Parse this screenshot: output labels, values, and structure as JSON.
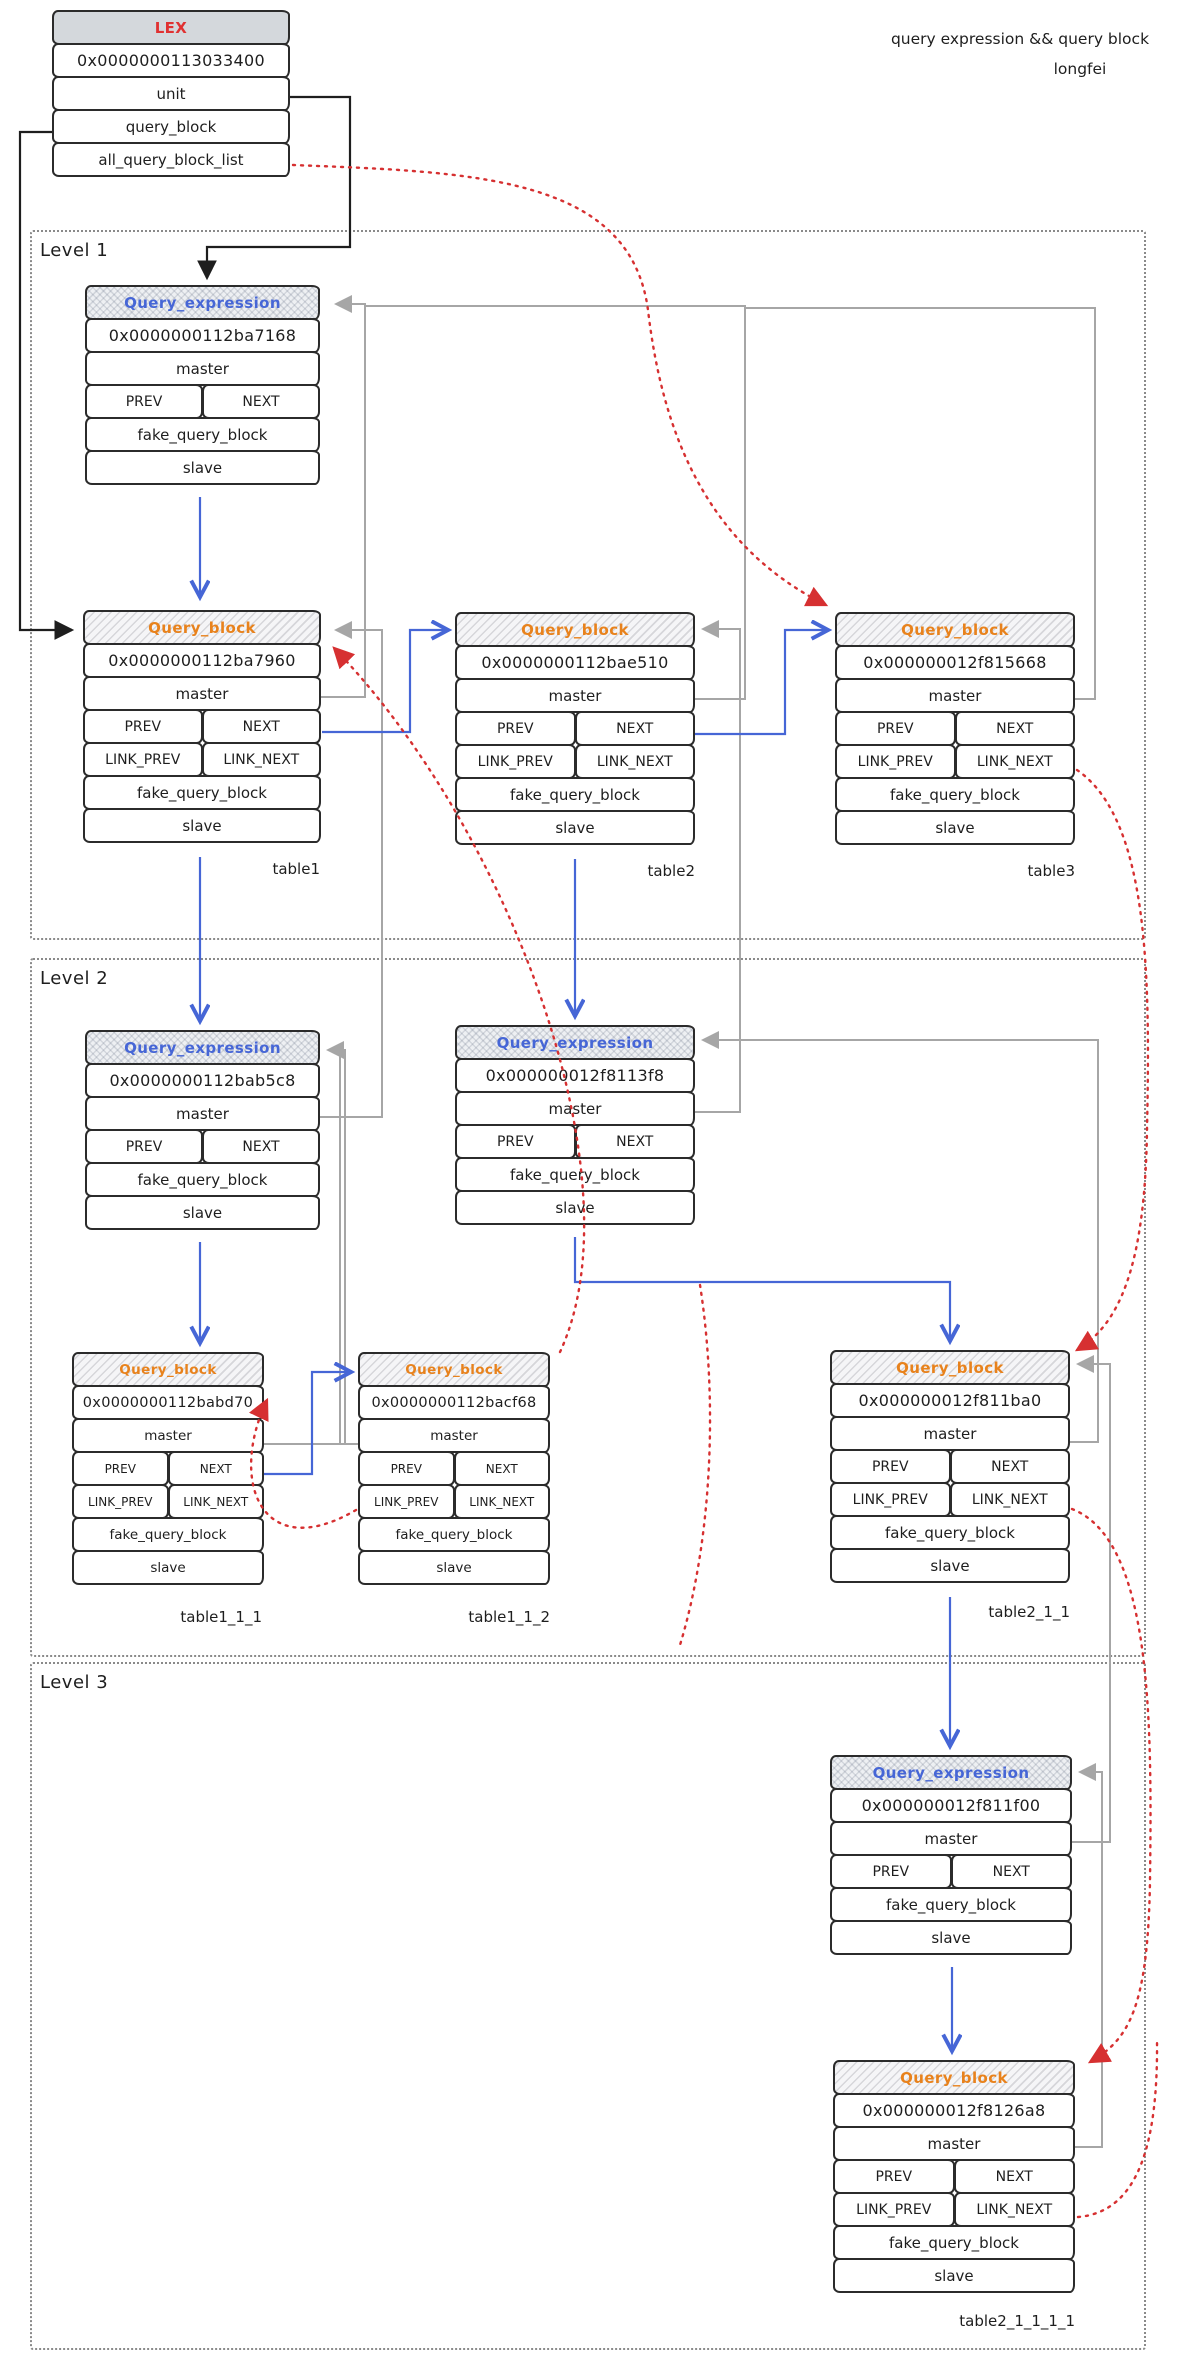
{
  "note": {
    "line1": "query expression && query block",
    "line2": "longfei"
  },
  "levels": [
    {
      "label": "Level 1"
    },
    {
      "label": "Level 2"
    },
    {
      "label": "Level 3"
    }
  ],
  "titles": {
    "lex": "LEX",
    "qe": "Query_expression",
    "qb": "Query_block"
  },
  "field_labels": {
    "unit": "unit",
    "query_block": "query_block",
    "all_query_block_list": "all_query_block_list",
    "master": "master",
    "prev": "PREV",
    "next": "NEXT",
    "link_prev": "LINK_PREV",
    "link_next": "LINK_NEXT",
    "fake": "fake_query_block",
    "slave": "slave"
  },
  "nodes": {
    "lex": {
      "address": "0x0000000113033400"
    },
    "l1_qe": {
      "address": "0x0000000112ba7168"
    },
    "l1_qb1": {
      "address": "0x0000000112ba7960",
      "table": "table1"
    },
    "l1_qb2": {
      "address": "0x0000000112bae510",
      "table": "table2"
    },
    "l1_qb3": {
      "address": "0x000000012f815668",
      "table": "table3"
    },
    "l2_qe1": {
      "address": "0x0000000112bab5c8"
    },
    "l2_qe2": {
      "address": "0x000000012f8113f8"
    },
    "l2_qb1": {
      "address": "0x0000000112babd70",
      "table": "table1_1_1"
    },
    "l2_qb2": {
      "address": "0x0000000112bacf68",
      "table": "table1_1_2"
    },
    "l2_qb3": {
      "address": "0x000000012f811ba0",
      "table": "table2_1_1"
    },
    "l3_qe": {
      "address": "0x000000012f811f00"
    },
    "l3_qb": {
      "address": "0x000000012f8126a8",
      "table": "table2_1_1_1_1"
    }
  },
  "colors": {
    "lex_title": "#e03131",
    "qe_title": "#4666d6",
    "qb_title": "#e8821c",
    "blue_arrow": "#4666d6",
    "red_arrow": "#d63031",
    "gray_arrow": "#ababab",
    "black_line": "#1e1e1e"
  }
}
